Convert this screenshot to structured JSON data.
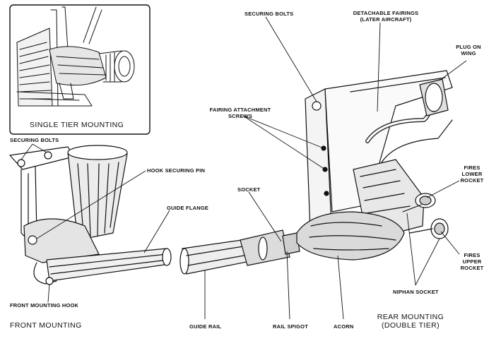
{
  "inset": {
    "caption": "SINGLE TIER MOUNTING"
  },
  "front": {
    "securing_bolts": "SECURING BOLTS",
    "hook_securing_pin": "HOOK SECURING PIN",
    "guide_flange": "GUIDE FLANGE",
    "front_mounting_hook": "FRONT MOUNTING HOOK",
    "caption": "FRONT MOUNTING"
  },
  "rail": {
    "socket": "SOCKET",
    "guide_rail": "GUIDE RAIL",
    "rail_spigot": "RAIL SPIGOT"
  },
  "rear": {
    "securing_bolts": "SECURING BOLTS",
    "detachable_fairings_line1": "DETACHABLE FAIRINGS",
    "detachable_fairings_line2": "(LATER AIRCRAFT)",
    "plug_on_wing_line1": "PLUG ON",
    "plug_on_wing_line2": "WING",
    "fairing_screws_line1": "FAIRING ATTACHMENT",
    "fairing_screws_line2": "SCREWS",
    "fires_lower_line1": "FIRES",
    "fires_lower_line2": "LOWER",
    "fires_lower_line3": "ROCKET",
    "fires_upper_line1": "FIRES",
    "fires_upper_line2": "UPPER",
    "fires_upper_line3": "ROCKET",
    "niphan_socket": "NIPHAN SOCKET",
    "acorn": "ACORN",
    "caption_line1": "REAR MOUNTING",
    "caption_line2": "(DOUBLE TIER)"
  }
}
